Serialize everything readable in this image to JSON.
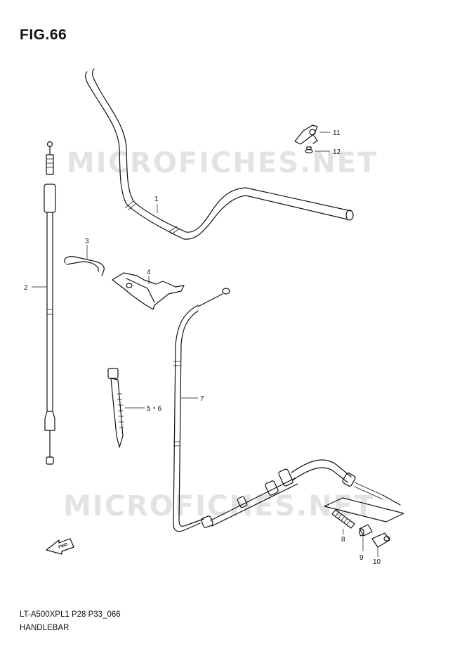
{
  "figure": {
    "title": "FIG.66"
  },
  "footer": {
    "code": "LT-A500XPL1 P28 P33_066",
    "name": "HANDLEBAR"
  },
  "watermark": {
    "text": "MICROFICHES.NET"
  },
  "fwd_arrow": {
    "label": "FWD"
  },
  "callouts": {
    "p1": "1",
    "p2": "2",
    "p3": "3",
    "p4": "4",
    "p56": "5・6",
    "p7": "7",
    "p8": "8",
    "p9": "9",
    "p10": "10",
    "p11": "11",
    "p12": "12"
  }
}
